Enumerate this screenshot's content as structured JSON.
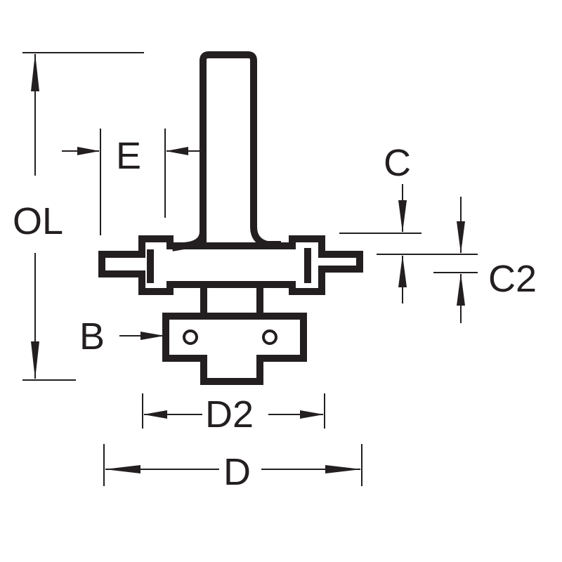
{
  "labels": {
    "ol": "OL",
    "e": "E",
    "c": "C",
    "c2": "C2",
    "b": "B",
    "d2": "D2",
    "d": "D"
  },
  "colors": {
    "ink": "#231f20",
    "background": "#ffffff"
  }
}
